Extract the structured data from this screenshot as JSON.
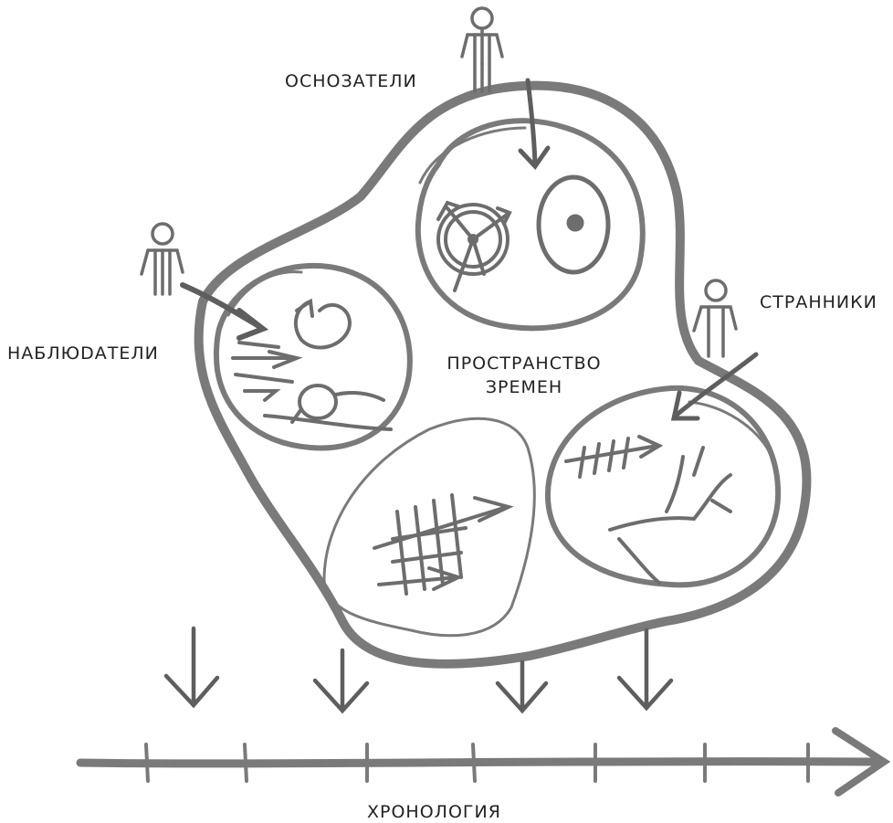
{
  "labels": {
    "founders": "ОСНОЗАТЕЛИ",
    "observers": "НАБЛЮDАТЕЛИ",
    "wanderers": "СТРАННИКИ",
    "center_line1": "ПРОСТРАНСТВО",
    "center_line2": "ЗРЕМЕН",
    "timeline": "ХРОНОЛОГИЯ"
  },
  "colors": {
    "stroke": "#7a7a7a",
    "stroke_dark": "#5e5e5e",
    "text": "#222222",
    "figure": "#6d6d6d"
  },
  "icons": [
    "person-icon",
    "clock-icon",
    "eye-icon",
    "swirl-icon",
    "fishbone-icon",
    "branch-icon",
    "arrow-icon"
  ]
}
